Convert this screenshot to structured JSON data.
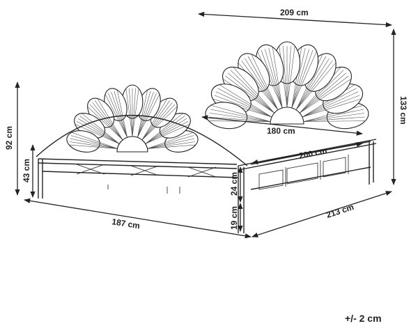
{
  "dimensions": {
    "total_width": "209 cm",
    "headboard_height": "133 cm",
    "mattress_width": "180 cm",
    "mattress_length": "200 cm",
    "footboard_height": "92 cm",
    "leg_height_front": "43 cm",
    "rail_height": "24 cm",
    "leg_clearance": "19 cm",
    "total_length_side": "187 cm",
    "total_length_diag": "213 cm"
  },
  "tolerance": "+/- 2 cm"
}
